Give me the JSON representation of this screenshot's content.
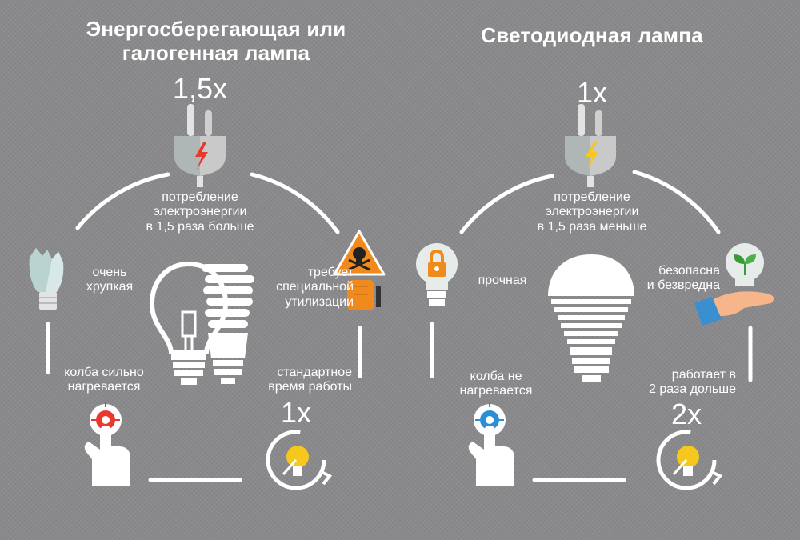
{
  "left": {
    "title": "Энергосберегающая или\nгалогенная лампа",
    "multiplier_top": "1,5x",
    "consumption": "потребление\nэлектроэнергии\nв 1,5 раза больше",
    "fragile": "очень\nхрупкая",
    "disposal": "требует\nспециальной\nутилизации",
    "heats": "колба сильно\nнагревается",
    "lifetime": "стандартное\nвремя работы",
    "multiplier_bottom": "1x"
  },
  "right": {
    "title": "Светодиодная лампа",
    "multiplier_top": "1x",
    "consumption": "потребление\nэлектроэнергии\nв 1,5 раза меньше",
    "durable": "прочная",
    "safe": "безопасна\nи безвредна",
    "no_heat": "колба не\nнагревается",
    "lifetime": "работает в\n2 раза дольше",
    "multiplier_bottom": "2x"
  },
  "colors": {
    "background": "#8a8a8c",
    "red_accent": "#e8392f",
    "orange_accent": "#f08a1c",
    "yellow_accent": "#f6c81e",
    "blue_accent": "#2b8fd6",
    "green_accent": "#3a9a3a"
  },
  "icons": [
    "plug-red-bolt-icon",
    "plug-yellow-bolt-icon",
    "broken-bulb-icon",
    "hazard-skull-icon",
    "hand-pointer-icon",
    "clock-bulb-icon",
    "lock-bulb-icon",
    "plant-bulb-icon",
    "cfl-bulb-icon",
    "halogen-bulb-icon",
    "led-bulb-icon"
  ]
}
